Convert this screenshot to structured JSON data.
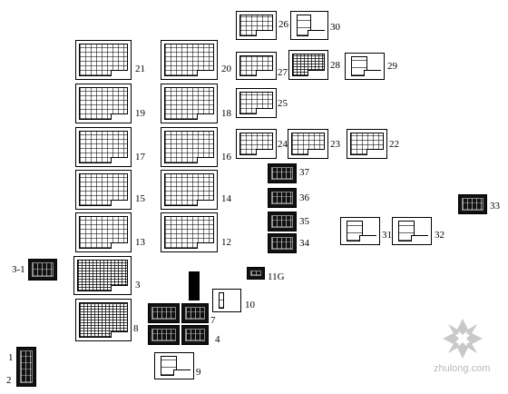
{
  "sheet_labels": {
    "s1": "1",
    "s2": "2",
    "s3": "3",
    "s3_1": "3-1",
    "s4": "4",
    "s7": "7",
    "s8": "8",
    "s9": "9",
    "s10": "10",
    "s11g": "11G",
    "s12": "12",
    "s13": "13",
    "s14": "14",
    "s15": "15",
    "s16": "16",
    "s17": "17",
    "s18": "18",
    "s19": "19",
    "s20": "20",
    "s21": "21",
    "s22": "22",
    "s23": "23",
    "s24": "24",
    "s25": "25",
    "s26": "26",
    "s27": "27",
    "s28": "28",
    "s29": "29",
    "s30": "30",
    "s31": "31",
    "s32": "32",
    "s33": "33",
    "s34": "34",
    "s35": "35",
    "s36": "36",
    "s37": "37"
  },
  "watermark": {
    "text": "zhulong.com",
    "icon": "snowflake-logo-icon",
    "color": "#b9b9b9"
  }
}
